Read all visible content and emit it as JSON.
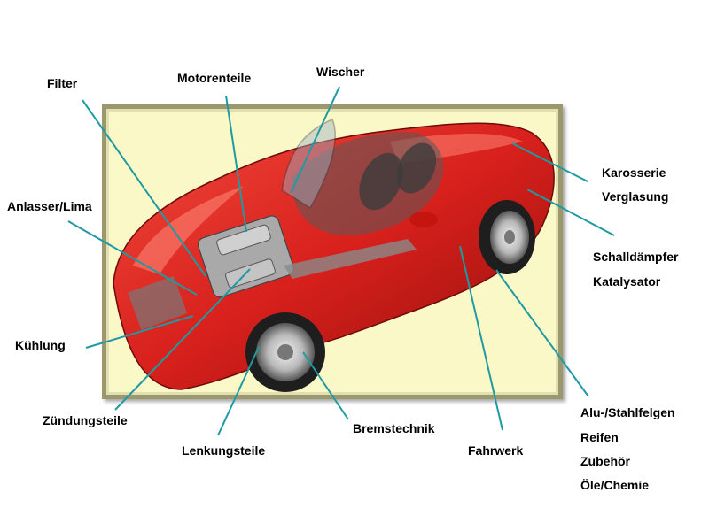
{
  "labels": {
    "filter": "Filter",
    "motorenteile": "Motorenteile",
    "wischer": "Wischer",
    "karosserie": "Karosserie",
    "verglasung": "Verglasung",
    "anlasser": "Anlasser/Lima",
    "schalldaempfer": "Schalldämpfer",
    "katalysator": "Katalysator",
    "kuehlung": "Kühlung",
    "zuendungsteile": "Zündungsteile",
    "lenkungsteile": "Lenkungsteile",
    "bremstechnik": "Bremstechnik",
    "fahrwerk": "Fahrwerk",
    "felgen": "Alu-/Stahlfelgen",
    "reifen": "Reifen",
    "zubehoer": "Zubehör",
    "oele": "Öle/Chemie"
  },
  "colors": {
    "leader_line": "#1f9aa3",
    "car_body": "#d8201c",
    "frame_bg": "#fbf8c8"
  }
}
